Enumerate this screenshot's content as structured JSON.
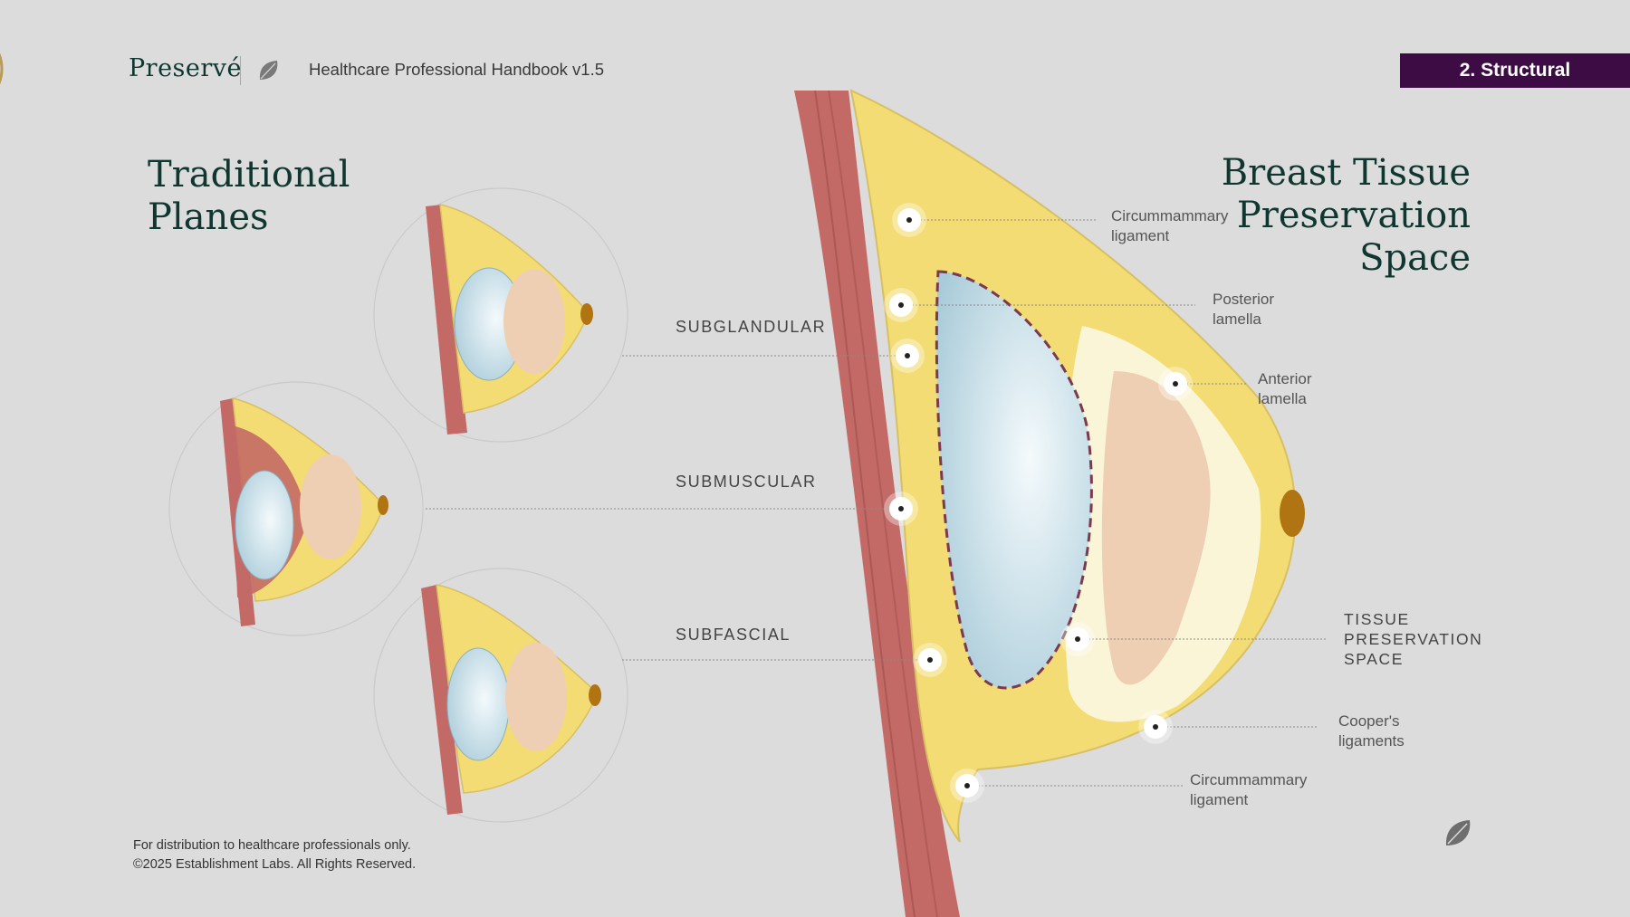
{
  "header": {
    "brand": "Preservé",
    "handbook": "Healthcare Professional Handbook v1.5",
    "section": "2. Structural"
  },
  "titles": {
    "traditional": [
      "Traditional",
      "Planes"
    ],
    "tps": [
      "Breast Tissue",
      "Preservation",
      "Space"
    ]
  },
  "planes": {
    "subglandular": "SUBGLANDULAR",
    "submuscular": "SUBMUSCULAR",
    "subfascial": "SUBFASCIAL"
  },
  "labels": {
    "circ_top": [
      "Circummammary",
      "ligament"
    ],
    "posterior": [
      "Posterior",
      "lamella"
    ],
    "anterior": [
      "Anterior",
      "lamella"
    ],
    "tps": [
      "TISSUE",
      "PRESERVATION",
      "SPACE"
    ],
    "coopers": [
      "Cooper's",
      "ligaments"
    ],
    "circ_bottom": [
      "Circummammary",
      "ligament"
    ]
  },
  "footer": {
    "line1": "For distribution to healthcare professionals only.",
    "line2": "©2025 Establishment Labs. All Rights Reserved."
  },
  "colors": {
    "background": "#dcdcdc",
    "brand_green": "#10372f",
    "badge": "#3d0c45",
    "muscle": "#c46a66",
    "fat": "#f3dc74",
    "gland": "#efcfb3",
    "implant": "#c9dfe8",
    "nipple": "#b07412"
  }
}
